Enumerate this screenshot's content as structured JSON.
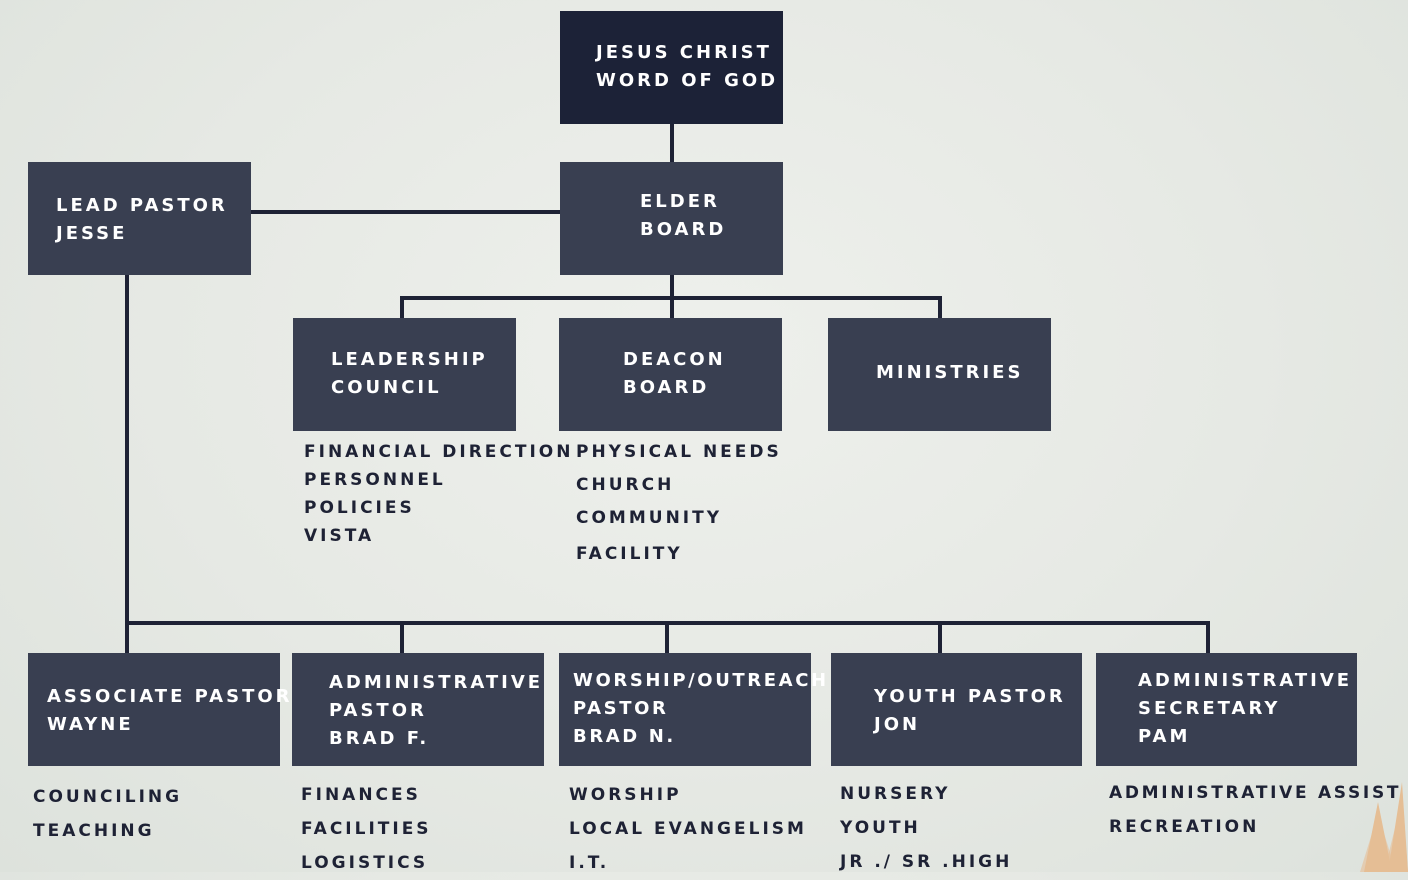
{
  "colors": {
    "box": "#393f51",
    "top_box": "#1c2237",
    "line": "#1e2235",
    "text": "#ffffff",
    "list_text": "#1e2235",
    "tree": "#e7b889"
  },
  "top": {
    "line1": "JESUS CHRIST",
    "line2": "WORD OF GOD"
  },
  "lead_pastor": {
    "line1": "LEAD PASTOR",
    "line2": "JESSE"
  },
  "elder_board": {
    "line1": "ELDER",
    "line2": "BOARD"
  },
  "leadership_council": {
    "line1": "LEADERSHIP",
    "line2": "COUNCIL",
    "items": [
      "FINANCIAL DIRECTION",
      "PERSONNEL",
      "POLICIES",
      "VISTA"
    ]
  },
  "deacon_board": {
    "line1": "DEACON",
    "line2": "BOARD",
    "items": [
      "PHYSICAL NEEDS",
      "CHURCH",
      "COMMUNITY",
      "FACILITY"
    ]
  },
  "ministries": {
    "label": "MINISTRIES"
  },
  "staff": [
    {
      "lines": [
        "ASSOCIATE PASTOR",
        "WAYNE"
      ],
      "items": [
        "COUNCILING",
        "TEACHING"
      ]
    },
    {
      "lines": [
        "ADMINISTRATIVE",
        "PASTOR",
        "BRAD F."
      ],
      "items": [
        "FINANCES",
        "FACILITIES",
        "LOGISTICS"
      ]
    },
    {
      "lines": [
        "WORSHIP/OUTREACH",
        "PASTOR",
        "BRAD N."
      ],
      "items": [
        "WORSHIP",
        "LOCAL EVANGELISM",
        "I.T."
      ]
    },
    {
      "lines": [
        "YOUTH PASTOR",
        "JON"
      ],
      "items": [
        "NURSERY",
        "YOUTH",
        "JR ./ SR .HIGH"
      ]
    },
    {
      "lines": [
        "ADMINISTRATIVE",
        "SECRETARY",
        "PAM"
      ],
      "items": [
        "ADMINISTRATIVE ASSIST",
        "RECREATION"
      ]
    }
  ]
}
